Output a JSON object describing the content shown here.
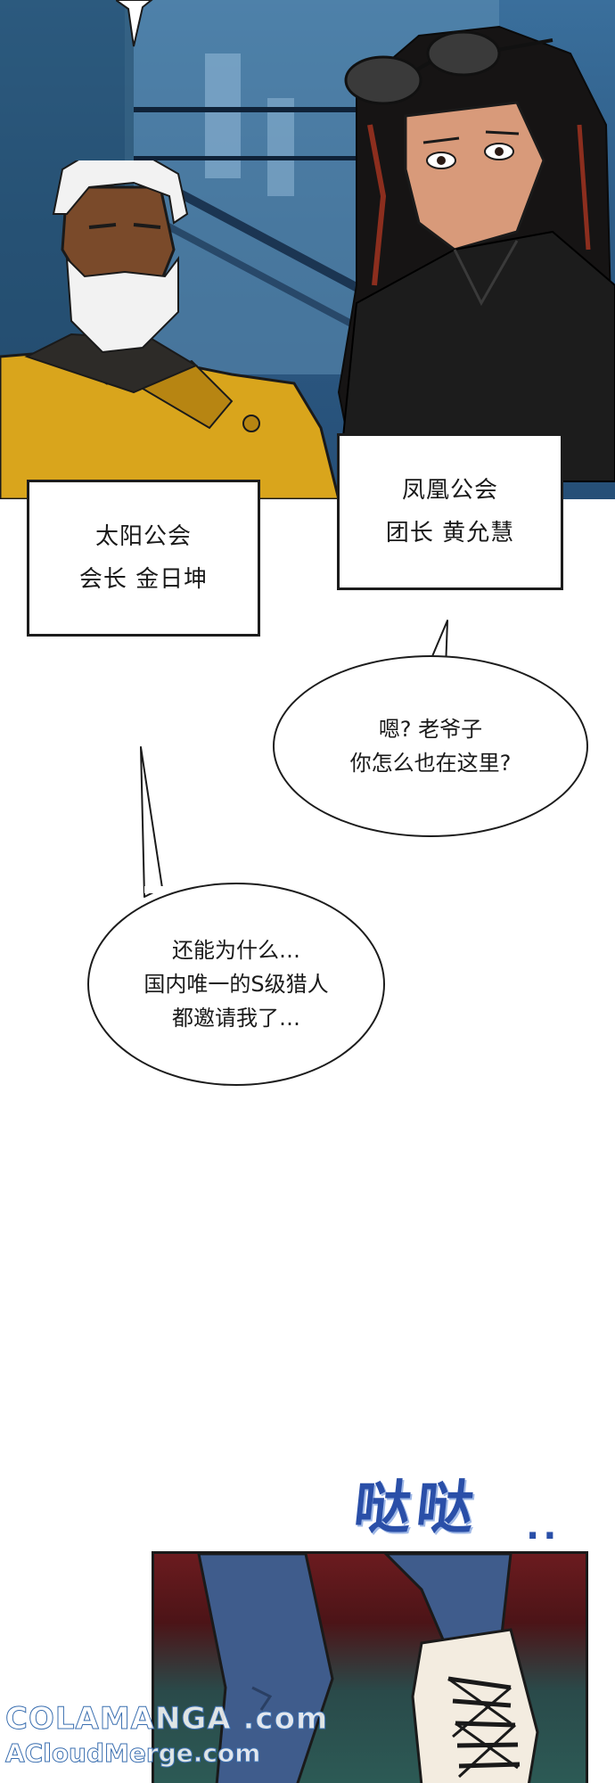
{
  "captions": [
    {
      "line1": "太阳公会",
      "line2": "会长 金日坤"
    },
    {
      "line1": "凤凰公会",
      "line2": "团长 黄允慧"
    }
  ],
  "bubbles": [
    {
      "lines": [
        "嗯? 老爷子",
        "你怎么也在这里?"
      ]
    },
    {
      "lines": [
        "还能为什么…",
        "国内唯一的S级猎人",
        "都邀请我了…"
      ]
    }
  ],
  "sfx": {
    "text": "哒哒",
    "dots": ".."
  },
  "watermark": {
    "line1": "COLAMANGA .com",
    "line2": "ACloudMerge.com"
  }
}
